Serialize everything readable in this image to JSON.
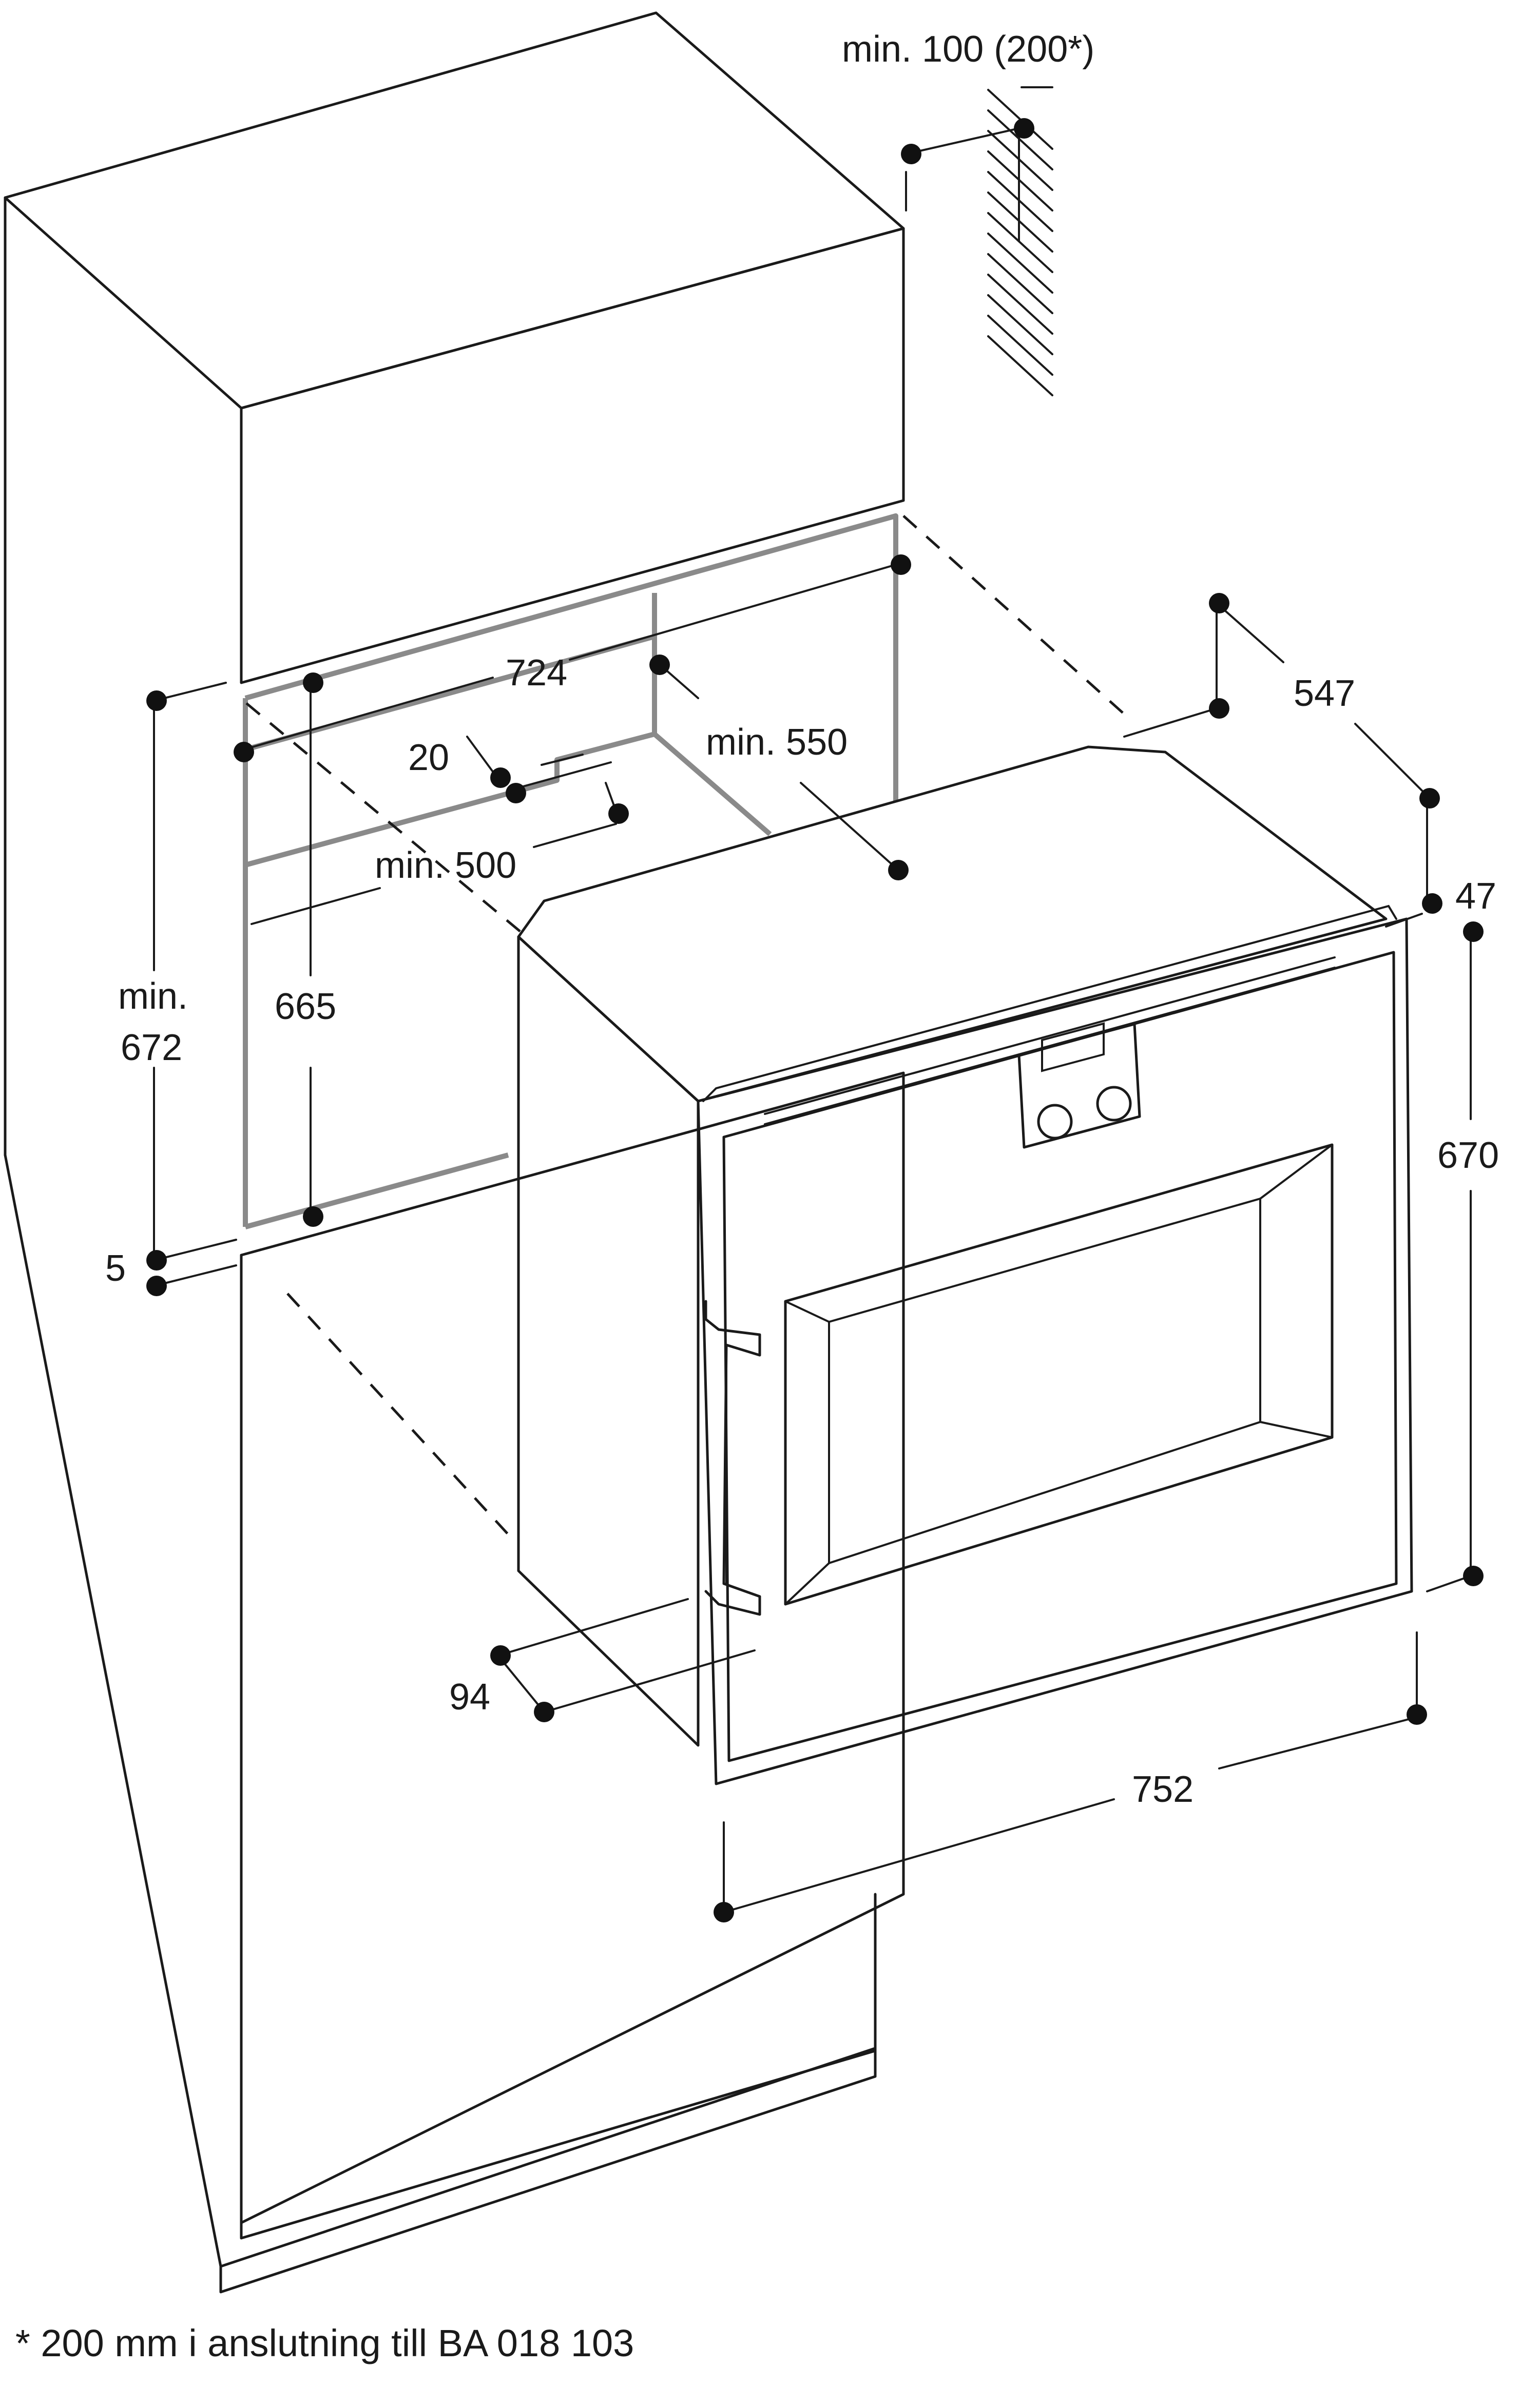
{
  "dimensions": {
    "top_clearance": "min. 100 (200*)",
    "niche_width": "724",
    "step": "20",
    "niche_depth_top": "min. 550",
    "niche_depth_bottom": "min. 500",
    "oven_depth": "547",
    "front_panel": "47",
    "niche_height_a": "min.",
    "niche_height_b": "672",
    "oven_body_height": "665",
    "oven_height": "670",
    "gap": "5",
    "handle": "94",
    "oven_width": "752"
  },
  "footnote": "* 200 mm i anslutning till BA 018 103",
  "colors": {
    "line": "#1a1a1a",
    "niche_outline": "#8a8a8a",
    "oven_side": "#ececec",
    "background": "#ffffff"
  }
}
